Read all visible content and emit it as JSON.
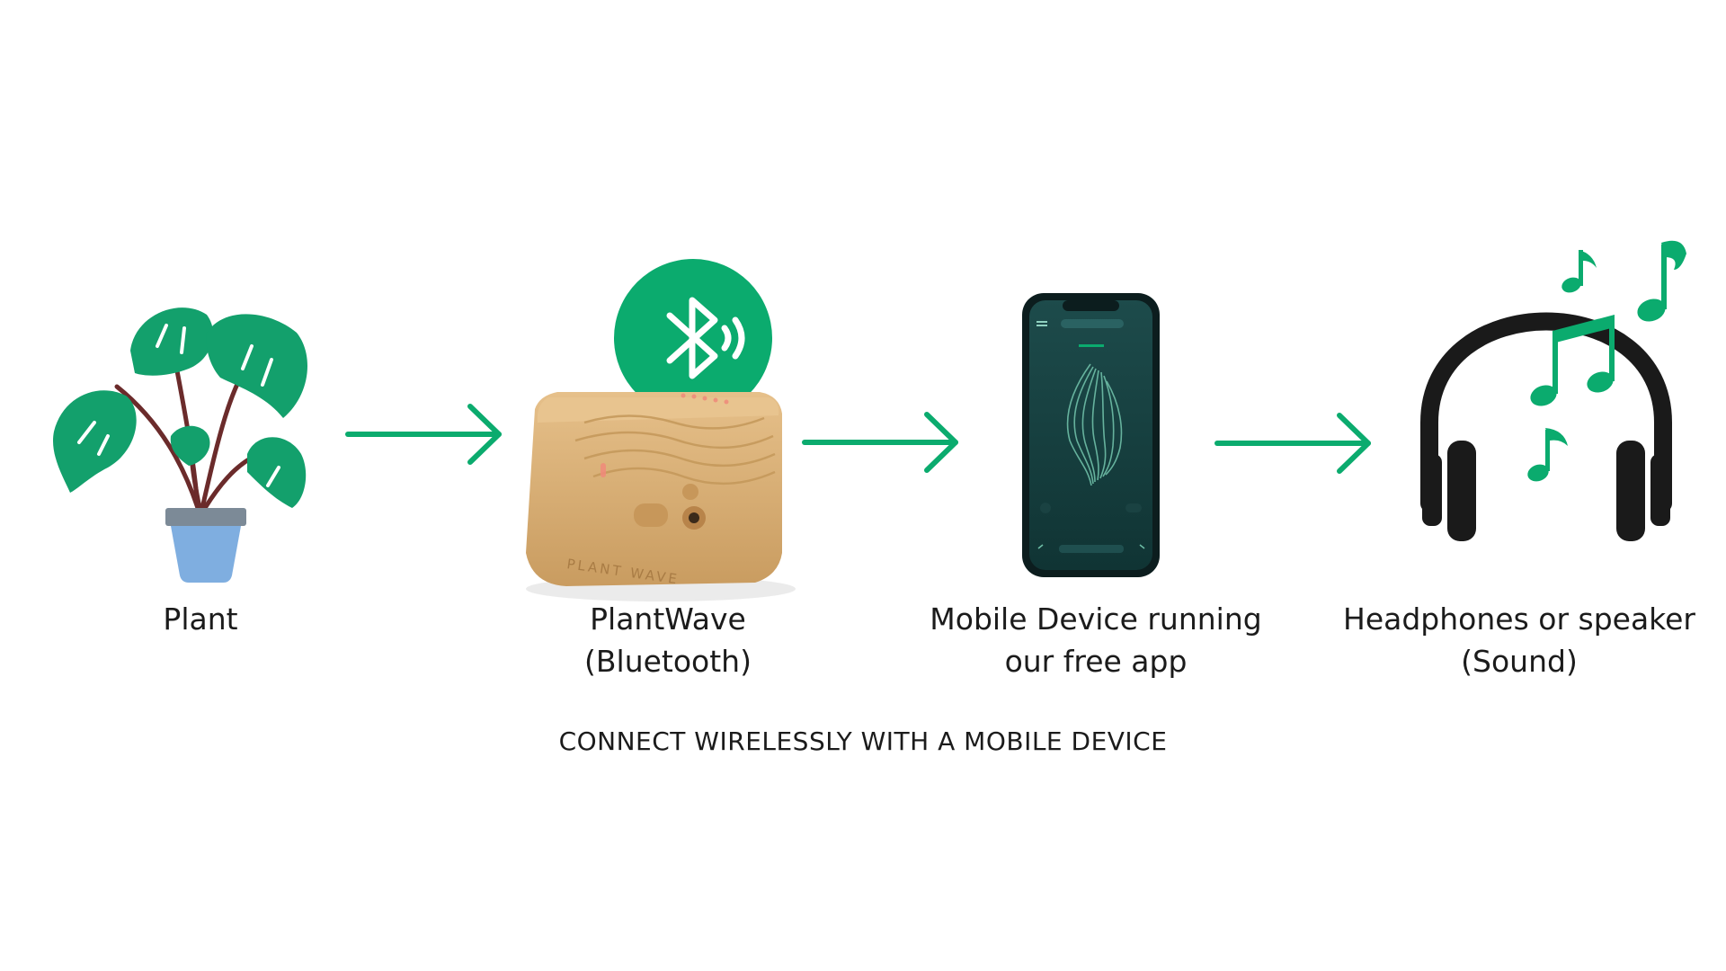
{
  "steps": [
    {
      "icon": "plant-icon",
      "line1": "Plant",
      "line2": ""
    },
    {
      "icon": "plantwave-device-icon",
      "line1": "PlantWave",
      "line2": "(Bluetooth)"
    },
    {
      "icon": "mobile-phone-icon",
      "line1": "Mobile Device running",
      "line2": "our free app"
    },
    {
      "icon": "headphones-icon",
      "line1": "Headphones or speaker",
      "line2": "(Sound)"
    }
  ],
  "device_engraving": "PLANT WAVE",
  "caption": "CONNECT WIRELESSLY WITH A MOBILE DEVICE",
  "colors": {
    "accent": "#0bab6e",
    "plant_leaf": "#13a06c",
    "pot": "#7faee0",
    "cork": "#dcb37a",
    "phone": "#0d2b2c",
    "headphones": "#1a1a1a"
  }
}
